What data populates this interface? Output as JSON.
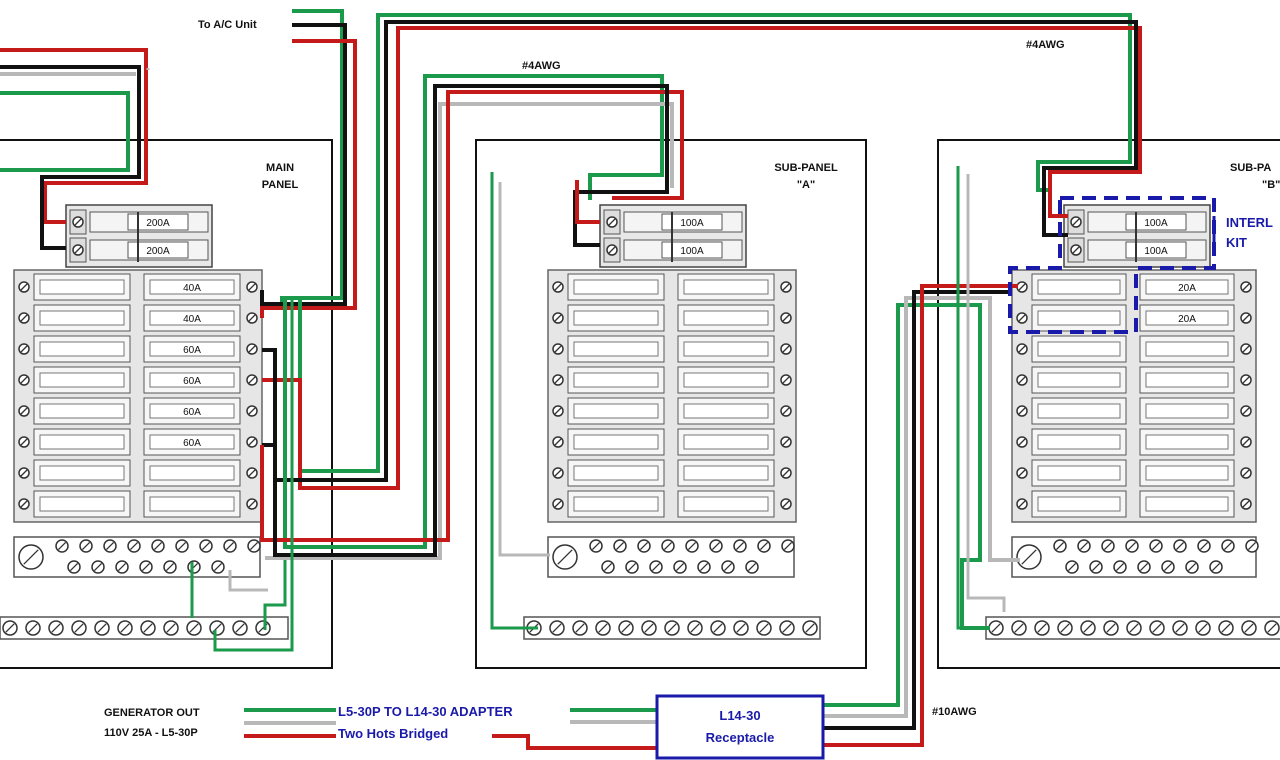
{
  "labels": {
    "to_ac_unit": "To A/C Unit",
    "wire_4awg_a": "#4AWG",
    "wire_4awg_b": "#4AWG",
    "wire_10awg": "#10AWG",
    "gen_out_line1": "GENERATOR OUT",
    "gen_out_line2": "110V 25A - L5-30P",
    "adapter_line1": "L5-30P TO L14-30 ADAPTER",
    "adapter_line2": "Two Hots Bridged",
    "receptacle_line1": "L14-30",
    "receptacle_line2": "Receptacle",
    "interlock_line1": "INTERL",
    "interlock_line2": "KIT"
  },
  "panels": [
    {
      "id": "main",
      "title_line1": "MAIN",
      "title_line2": "PANEL",
      "main_breakers": [
        "200A",
        "200A"
      ],
      "branch_breakers": [
        "40A",
        "40A",
        "60A",
        "60A",
        "60A",
        "60A",
        "",
        ""
      ]
    },
    {
      "id": "a",
      "title_line1": "SUB-PANEL",
      "title_line2": "\"A\"",
      "main_breakers": [
        "100A",
        "100A"
      ],
      "branch_breakers": [
        "",
        "",
        "",
        "",
        "",
        "",
        "",
        ""
      ]
    },
    {
      "id": "b",
      "title_line1": "SUB-PA",
      "title_line2": "\"B\"",
      "main_breakers": [
        "100A",
        "100A"
      ],
      "branch_breakers": [
        "20A",
        "20A",
        "",
        "",
        "",
        "",
        "",
        ""
      ]
    }
  ],
  "colors": {
    "hot_black": "#111111",
    "hot_red": "#c41a1a",
    "neutral_white": "#b8b8b8",
    "ground_green": "#1a9a4a",
    "accent_blue": "#1a1aaa"
  }
}
